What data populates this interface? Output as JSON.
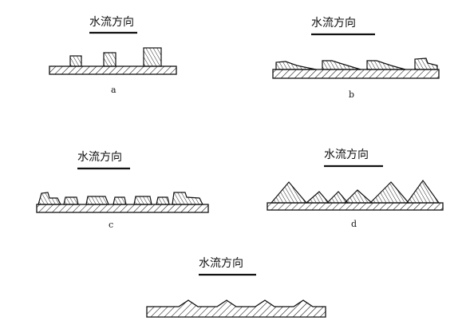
{
  "flow_label": "水流方向",
  "panels": [
    {
      "id": "a",
      "label": "a"
    },
    {
      "id": "b",
      "label": "b"
    },
    {
      "id": "c",
      "label": "c"
    },
    {
      "id": "d",
      "label": "d"
    },
    {
      "id": "e",
      "label": ""
    }
  ]
}
